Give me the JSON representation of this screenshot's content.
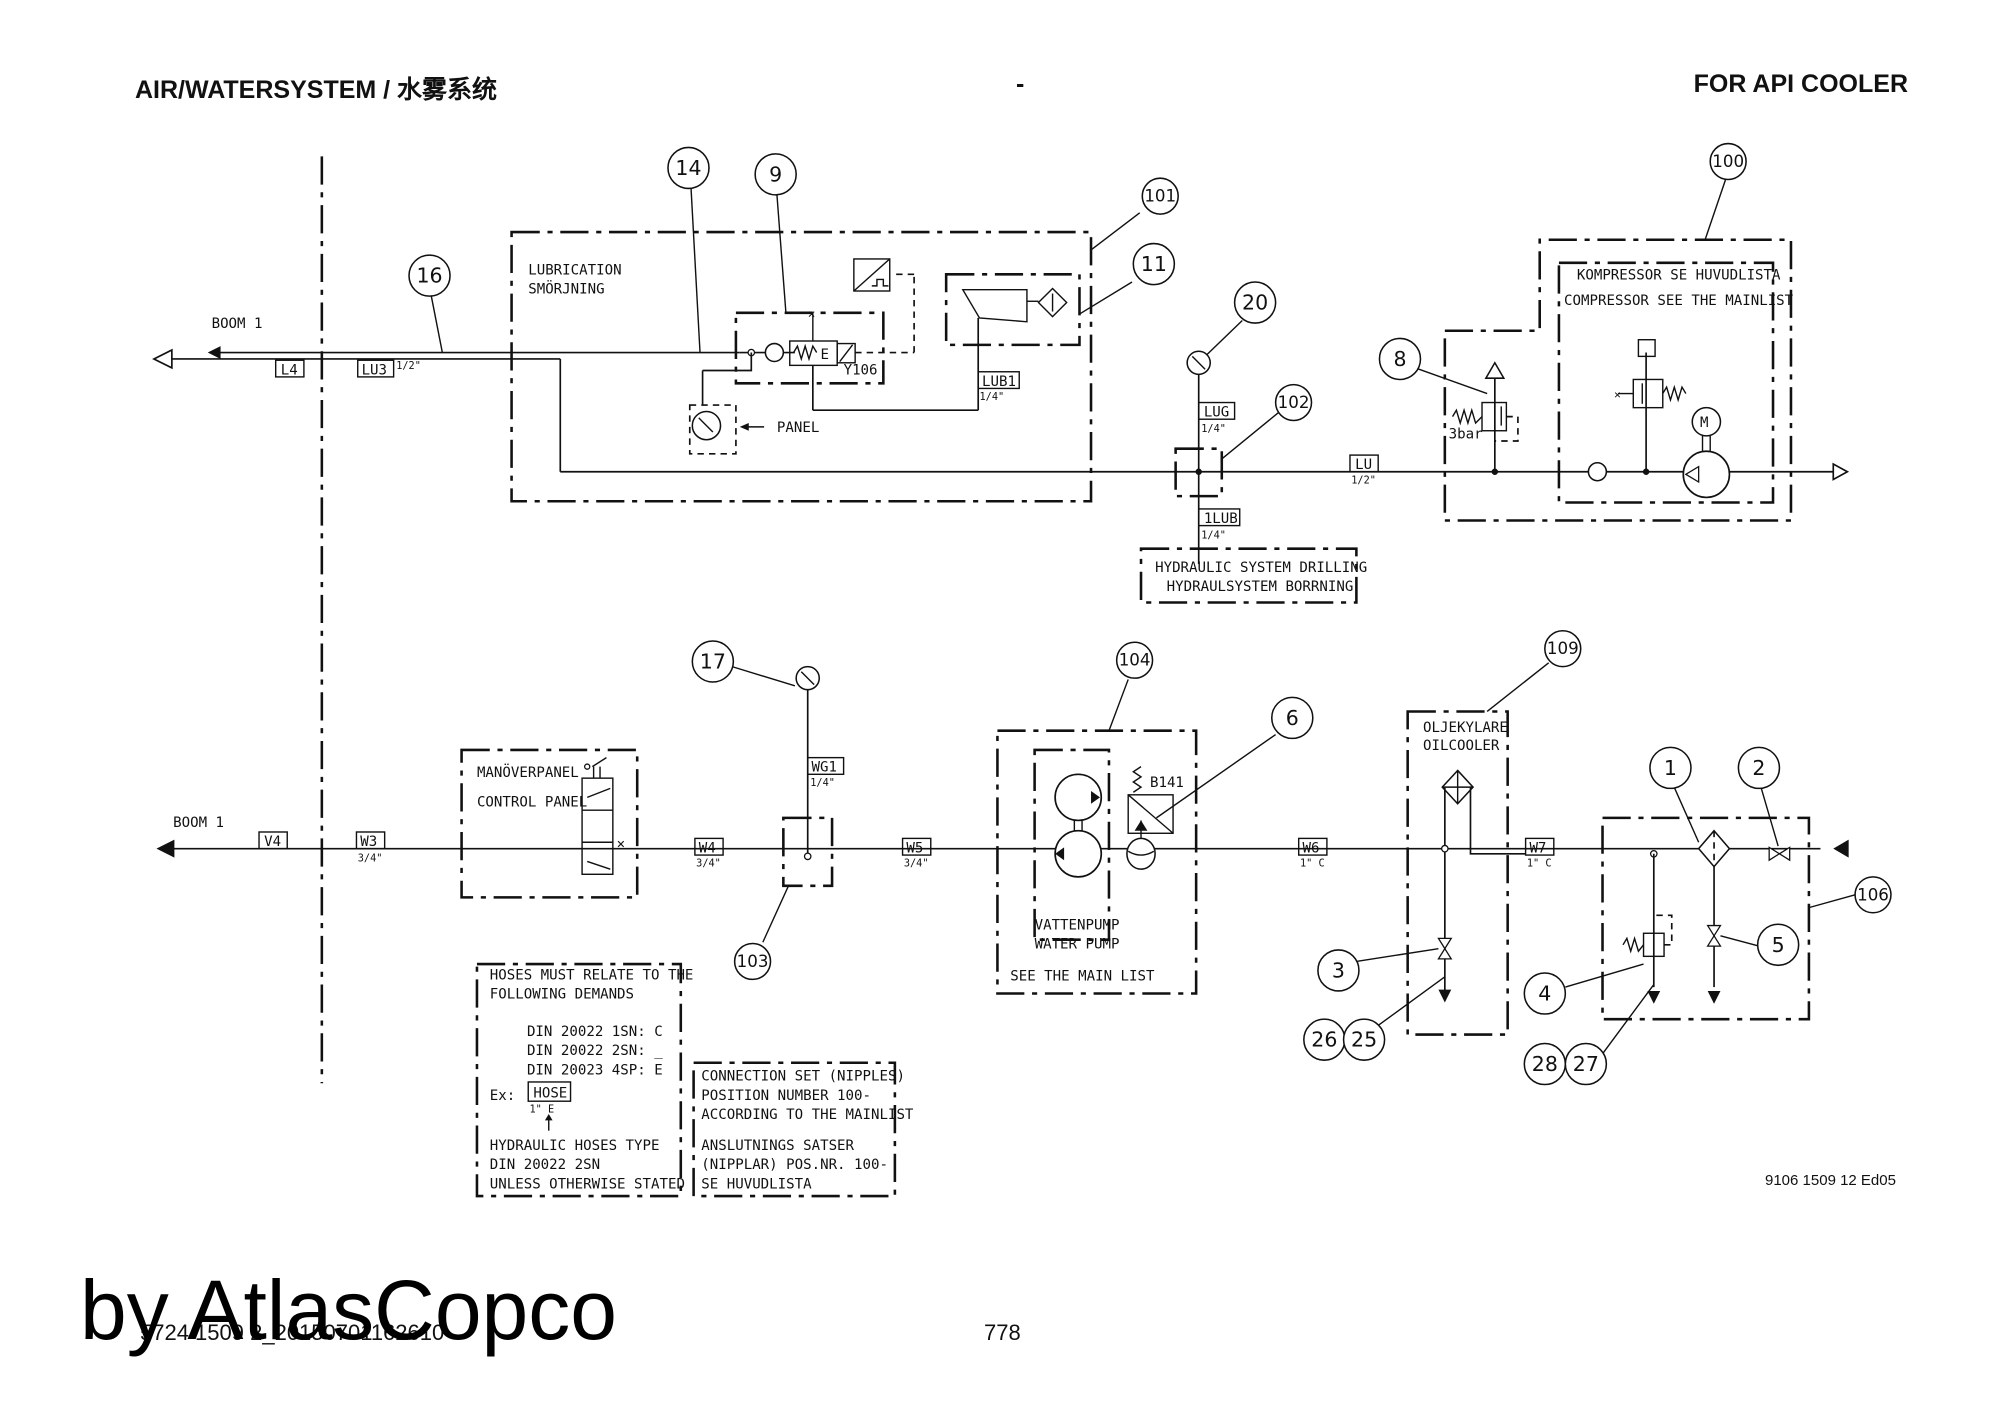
{
  "header": {
    "title_left": "AIR/WATERSYSTEM / 水雾系统",
    "title_mid": "-",
    "title_right": "FOR API COOLER"
  },
  "footer": {
    "doc_number": "9106 1509 12 Ed05",
    "page_number": "778",
    "file_id": "5724 1509 2_20150701162610",
    "watermark": "by AtlasCopco"
  },
  "diagram": {
    "air_section": {
      "boom_label": "BOOM 1",
      "lubrication_box": {
        "line1": "LUBRICATION",
        "line2": "SMÖRJNING"
      },
      "panel_label": "PANEL",
      "solenoid_tag": "Y106",
      "hose_tags": [
        {
          "code": "L4",
          "size": ""
        },
        {
          "code": "LU3",
          "size": "1/2\""
        },
        {
          "code": "LUB1",
          "size": "1/4\""
        },
        {
          "code": "LUG",
          "size": "1/4\""
        },
        {
          "code": "1LUB",
          "size": "1/4\""
        },
        {
          "code": "LU",
          "size": "1/2\""
        }
      ],
      "hydraulic_box": {
        "line1": "HYDRAULIC SYSTEM DRILLING",
        "line2": "HYDRAULSYSTEM BORRNING"
      },
      "relief_setting": "3bar",
      "compressor_box": {
        "line1": "KOMPRESSOR SE HUVUDLISTA",
        "line2": "COMPRESSOR SEE THE MAINLIST"
      },
      "motor_label": "M"
    },
    "water_section": {
      "boom_label": "BOOM 1",
      "control_panel": {
        "line1": "MANÖVERPANEL",
        "line2": "CONTROL PANEL"
      },
      "hose_tags": [
        {
          "code": "V4",
          "size": ""
        },
        {
          "code": "W3",
          "size": "3/4\""
        },
        {
          "code": "W4",
          "size": "3/4\""
        },
        {
          "code": "WG1",
          "size": "1/4\""
        },
        {
          "code": "W5",
          "size": "3/4\""
        },
        {
          "code": "W6",
          "size": "1\" C"
        },
        {
          "code": "W7",
          "size": "1\" C"
        }
      ],
      "pressure_switch_tag": "B141",
      "water_pump": {
        "line1": "VATTENPUMP",
        "line2": "WATER PUMP",
        "line3": "SEE THE MAIN LIST"
      },
      "oil_cooler": {
        "line1": "OLJEKYLARE",
        "line2": "OILCOOLER"
      }
    },
    "balloons": [
      "14",
      "9",
      "101",
      "11",
      "16",
      "20",
      "102",
      "8",
      "100",
      "17",
      "104",
      "6",
      "109",
      "103",
      "1",
      "2",
      "106",
      "3",
      "5",
      "4",
      "26",
      "25",
      "28",
      "27"
    ],
    "notes": {
      "hoses": {
        "line1": "HOSES MUST RELATE TO THE",
        "line2": "FOLLOWING DEMANDS",
        "din1": "DIN 20022 1SN: C",
        "din2": "DIN 20022 2SN: _",
        "din3": "DIN 20023 4SP: E",
        "ex_label": "Ex:",
        "ex_tag": "HOSE",
        "ex_size": "1\" E",
        "type1": "HYDRAULIC HOSES TYPE",
        "type2": "DIN 20022 2SN",
        "type3": "UNLESS OTHERWISE STATED"
      },
      "connection": {
        "line1": "CONNECTION SET (NIPPLES)",
        "line2": "POSITION NUMBER 100-",
        "line3": "ACCORDING TO THE MAINLIST",
        "line4": "ANSLUTNINGS SATSER",
        "line5": "(NIPPLAR) POS.NR. 100-",
        "line6": "SE HUVUDLISTA"
      }
    }
  }
}
